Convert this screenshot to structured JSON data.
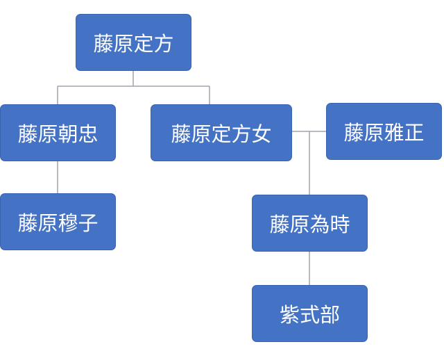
{
  "nodes": {
    "fujiwara_sadakata": "藤原定方",
    "fujiwara_asatada": "藤原朝忠",
    "fujiwara_sadakata_musume": "藤原定方女",
    "fujiwara_masatada": "藤原雅正",
    "fujiwara_bokushi": "藤原穆子",
    "fujiwara_tametoki": "藤原為時",
    "murasaki_shikibu": "紫式部"
  },
  "colors": {
    "node_fill": "#4472c4",
    "node_text": "#ffffff",
    "connector": "#9fa4ab",
    "background": "#ffffff"
  }
}
